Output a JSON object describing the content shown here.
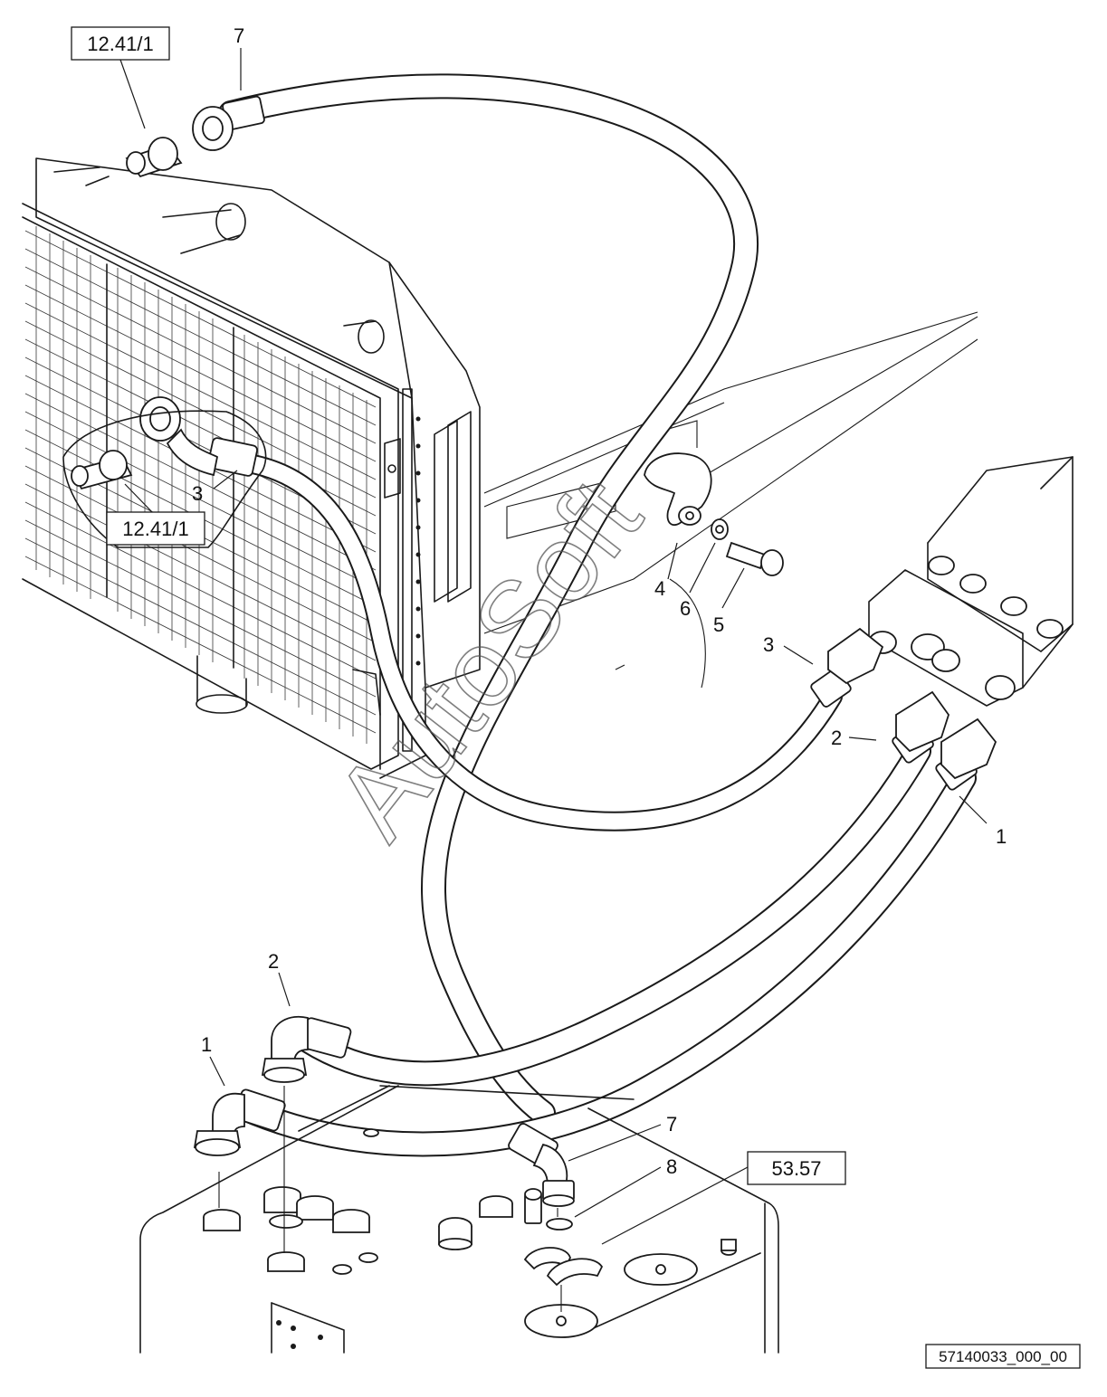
{
  "callouts": {
    "n1_top": "1",
    "n2_top": "2",
    "n3_top": "3",
    "n3_left": "3",
    "n4": "4",
    "n5": "5",
    "n6": "6",
    "n7_top": "7",
    "n7_bottom": "7",
    "n8": "8",
    "n2_bottom": "2",
    "n1_bottom": "1"
  },
  "references": {
    "ref_top": "12.41/1",
    "ref_mid": "12.41/1",
    "ref_tank": "53.57"
  },
  "watermark": "AutoSoft",
  "document_id": "57140033_000_00"
}
